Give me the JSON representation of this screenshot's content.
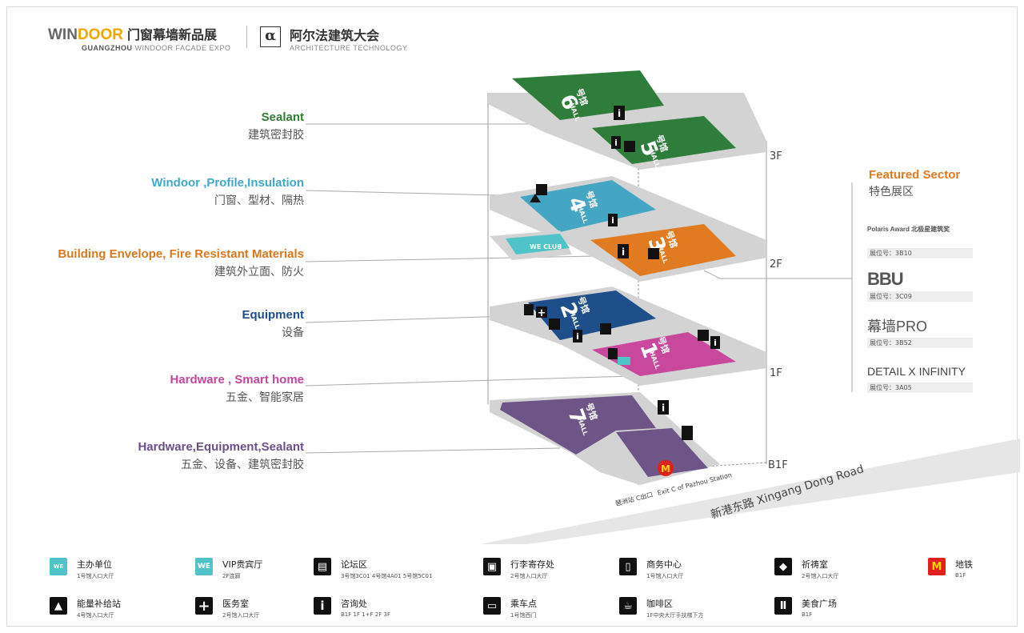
{
  "header": {
    "brand_en_1": "WIN",
    "brand_en_2": "DOOR",
    "brand_cn": "门窗幕墙新品展",
    "brand_sub_1": "GUANGZHOU",
    "brand_sub_2": "WINDOOR FACADE EXPO",
    "partner_cn": "阿尔法建筑大会",
    "partner_sub": "ARCHITECTURE TECHNOLOGY"
  },
  "categories": [
    {
      "en": "Sealant",
      "zh": "建筑密封胶",
      "color": "#2e7d32"
    },
    {
      "en": "Windoor ,Profile,Insulation",
      "zh": "门窗、型材、隔热",
      "color": "#3fa9c9"
    },
    {
      "en": "Building Envelope, Fire Resistant Materials",
      "zh": "建筑外立面、防火",
      "color": "#d9781f"
    },
    {
      "en": "Equipment",
      "zh": "设备",
      "color": "#1f4e8c"
    },
    {
      "en": "Hardware , Smart home",
      "zh": "五金、智能家居",
      "color": "#c2479c"
    },
    {
      "en": "Hardware,Equipment,Sealant",
      "zh": "五金、设备、建筑密封胶",
      "color": "#6b4f8a"
    }
  ],
  "floors": [
    "3F",
    "2F",
    "1F",
    "B1F"
  ],
  "halls": [
    {
      "num": "6",
      "cn": "号馆",
      "en": "HALL",
      "color": "#2f7d3a"
    },
    {
      "num": "5",
      "cn": "号馆",
      "en": "HALL",
      "color": "#2f7d3a"
    },
    {
      "num": "4",
      "cn": "号馆",
      "en": "HALL",
      "color": "#45a6c4"
    },
    {
      "num": "3",
      "cn": "号馆",
      "en": "HALL",
      "color": "#e07b22"
    },
    {
      "num": "2",
      "cn": "号馆",
      "en": "HALL",
      "color": "#1e4f8a"
    },
    {
      "num": "1",
      "cn": "号馆",
      "en": "HALL",
      "color": "#c8489e"
    },
    {
      "num": "7",
      "cn": "号馆",
      "en": "HALL",
      "color": "#6d5588"
    }
  ],
  "we_club": "WE CLUB",
  "metro": {
    "exit_cn": "琶洲站 C出口",
    "exit_en": "Exit C of Pazhou Station"
  },
  "road": "新港东路 Xingang Dong Road",
  "featured": {
    "title_en": "Featured Sector",
    "title_zh": "特色展区",
    "items": [
      {
        "logo": "Polaris Award 北极星建筑奖",
        "booth": "展位号：3B10"
      },
      {
        "logo": "BBU",
        "booth": "展位号：3C09"
      },
      {
        "logo": "幕墙PRO",
        "booth": "展位号：3B52"
      },
      {
        "logo": "DETAIL X INFINITY",
        "booth": "展位号：3A05"
      }
    ]
  },
  "legend": [
    {
      "icon": "WE",
      "t1": "主办单位",
      "t2": "1号馆入口大厅",
      "icon_name": "organizer-icon"
    },
    {
      "icon": "WE",
      "t1": "VIP贵宾厅",
      "t2": "2F连廊",
      "icon_name": "vip-lounge-icon"
    },
    {
      "icon": "▤",
      "t1": "论坛区",
      "t2": "3号馆3C01  4号馆4A01  5号馆5C01",
      "icon_name": "forum-icon"
    },
    {
      "icon": "▣",
      "t1": "行李寄存处",
      "t2": "2号馆入口大厅",
      "icon_name": "luggage-icon"
    },
    {
      "icon": "▯",
      "t1": "商务中心",
      "t2": "1号馆入口大厅",
      "icon_name": "business-center-icon"
    },
    {
      "icon": "◆",
      "t1": "祈祷室",
      "t2": "2号馆入口大厅",
      "icon_name": "prayer-room-icon"
    },
    {
      "icon": "M",
      "t1": "地铁",
      "t2": "B1F",
      "icon_name": "metro-icon"
    },
    {
      "icon": "▲",
      "t1": "能量补给站",
      "t2": "4号馆入口大厅",
      "icon_name": "energy-station-icon"
    },
    {
      "icon": "+",
      "t1": "医务室",
      "t2": "2号馆入口大厅",
      "icon_name": "medical-room-icon"
    },
    {
      "icon": "i",
      "t1": "咨询处",
      "t2": "B1F  1F  1+F  2F  3F",
      "icon_name": "info-desk-icon"
    },
    {
      "icon": "▭",
      "t1": "乘车点",
      "t2": "1号馆西门",
      "icon_name": "bus-stop-icon"
    },
    {
      "icon": "☕",
      "t1": "咖啡区",
      "t2": "1F中央大厅手扶梯下方",
      "icon_name": "coffee-area-icon"
    },
    {
      "icon": "Ⅱ",
      "t1": "美食广场",
      "t2": "B1F",
      "icon_name": "food-court-icon"
    }
  ],
  "colors": {
    "accent": "#f0a500",
    "slab": "#cfcfcf",
    "line": "#999999"
  }
}
